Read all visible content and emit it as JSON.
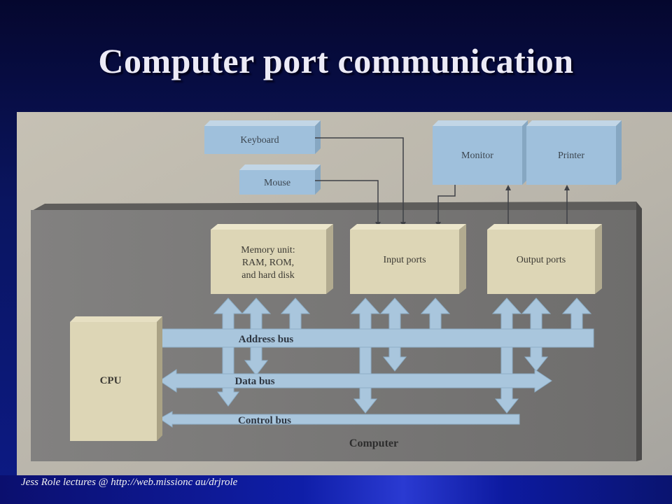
{
  "slide": {
    "title": "Computer port communication",
    "footer": "Jess Role lectures @ http://web.missionc           au/drjrole"
  },
  "diagram": {
    "keyboard": "Keyboard",
    "mouse": "Mouse",
    "monitor": "Monitor",
    "printer": "Printer",
    "memory_lines": [
      "Memory unit:",
      "RAM, ROM,",
      "and hard disk"
    ],
    "input_ports": "Input ports",
    "output_ports": "Output ports",
    "cpu": "CPU",
    "address_bus": "Address bus",
    "data_bus": "Data bus",
    "control_bus": "Control bus",
    "computer": "Computer"
  },
  "colors": {
    "background_dark": "#05072e",
    "background_blue": "#0c1a86",
    "title_text": "#ecebf6",
    "device_box": "#9fc0dc",
    "bus_arrow": "#a9c6dd",
    "component_box": "#ddd6b6",
    "computer_panel": "#7c7a78"
  }
}
